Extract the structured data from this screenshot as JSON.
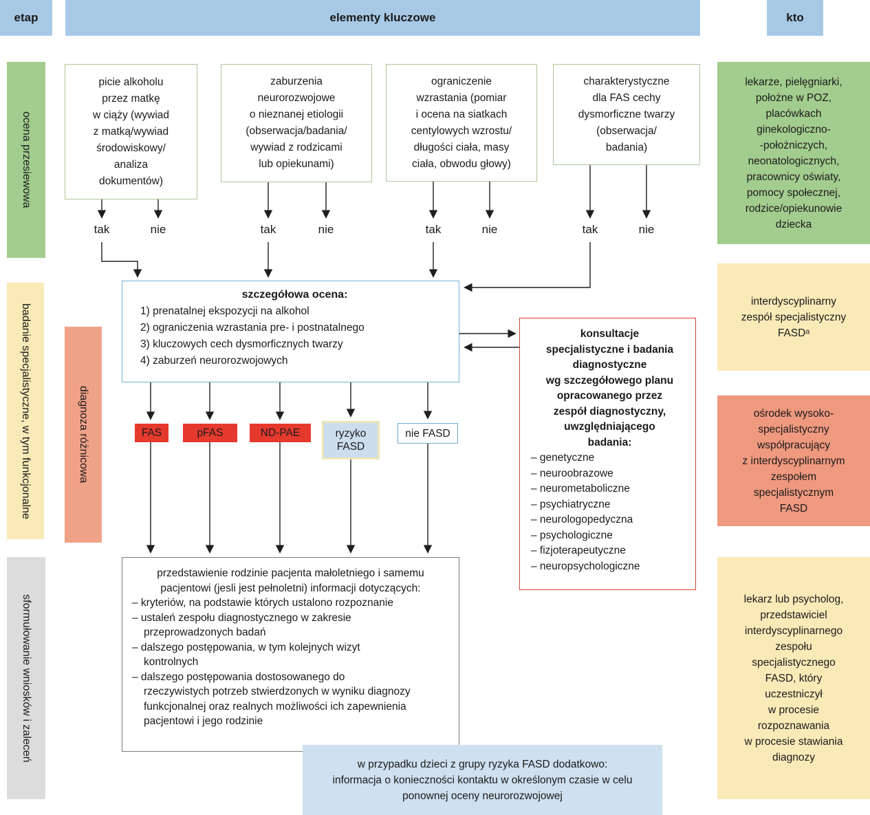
{
  "header": {
    "etap": "etap",
    "elements": "elementy kluczowe",
    "who": "kto"
  },
  "stages": {
    "screening": "ocena przesiewowa",
    "specialist": "badanie specjalistyczne, w tym funkcjonalne",
    "differential": "diagnoza różnicowa",
    "conclusions": "sformułowanie wniosków i zaleceń"
  },
  "decisions": {
    "yes": "tak",
    "no": "nie"
  },
  "screening_boxes": {
    "alcohol": "picie alkoholu\nprzez matkę\nw ciąży (wywiad\nz matką/wywiad\nśrodowiskowy/\nanaliza\ndokumentów)",
    "neuro": "zaburzenia\nneurorozwojowe\no nieznanej etiologii\n(obserwacja/badania/\nwywiad z rodzicami\nlub opiekunami)",
    "growth": "ograniczenie\nwzrastania (pomiar\ni ocena na siatkach\ncentylowych wzrostu/\ndługości ciała, masy\nciała, obwodu głowy)",
    "dysmorphic": "charakterystyczne\ndla FAS cechy\ndysmorficzne twarzy\n(obserwacja/\nbadania)"
  },
  "assessment_box": {
    "title": "szczegółowa ocena:",
    "items": [
      "1) prenatalnej ekspozycji na alkohol",
      "2) ograniczenia wzrastania pre- i postnatalnego",
      "3) kluczowych cech dysmorficznych twarzy",
      "4) zaburzeń neurorozwojowych"
    ]
  },
  "outcomes": {
    "fas": "FAS",
    "pfas": "pFAS",
    "ndpae": "ND-PAE",
    "risk": "ryzyko\nFASD",
    "none": "nie FASD"
  },
  "consult_box": {
    "title": "konsultacje\nspecjalistyczne i badania\ndiagnostyczne\nwg szczegółowego planu\nopracowanego przez\nzespół diagnostyczny,\nuwzględniającego\nbadania:",
    "items": [
      "– genetyczne",
      "– neuroobrazowe",
      "– neurometaboliczne",
      "– psychiatryczne",
      "– neurologopedyczna",
      "– psychologiczne",
      "– fizjoterapeutyczne",
      "– neuropsychologiczne"
    ]
  },
  "who_boxes": {
    "primary_care": "lekarze, pielęgniarki,\npołożne w POZ,\nplacówkach\nginekologiczno-\n-położniczych,\nneonatologicznych,\npracownicy oświaty,\npomocy społecznej,\nrodzice/opiekunowie\ndziecka",
    "team": "interdyscyplinarny\nzespół specjalistyczny\nFASDᵃ",
    "center": "ośrodek wysoko-\nspecjalistyczny\nwspółpracujący\nz interdyscyplinarnym\nzespołem\nspecjalistycznym\nFASD",
    "doctor": "lekarz lub psycholog,\nprzedstawiciel\ninterdyscyplinarnego\nzespołu\nspecjalistycznego\nFASD, który\nuczestniczył\nw procesie\nrozpoznawania\nw procesie stawiania\ndiagnozy"
  },
  "final_box": {
    "intro": "przedstawienie rodzinie pacjenta małoletniego i samemu\npacjentowi (jesli jest pełnoletni) informacji dotyczących:",
    "items": [
      "– kryteriów, na podstawie których ustalono rozpoznanie",
      "– ustaleń zespołu diagnostycznego w zakresie\nprzeprowadzonych badań",
      "– dalszego postępowania, w tym kolejnych wizyt\nkontrolnych",
      "– dalszego postępowania dostosowanego do\nrzeczywistych potrzeb stwierdzonych w wyniku diagnozy\nfunkcjonalnej oraz realnych możliwości ich zapewnienia\npacjentowi i jego rodzinie"
    ]
  },
  "risk_note": "w przypadku dzieci z grupy ryzyka FASD dodatkowo:\ninformacja o konieczności kontaktu w określonym czasie w celu\nponownej oceny neurorozwojowej",
  "colors": {
    "header_blue": "#a7c9e6",
    "stage_green": "#a3cd8e",
    "stage_yellow": "#faeab8",
    "stage_salmon": "#f0a288",
    "stage_gray": "#dcdcdc",
    "outcome_red": "#e6392e",
    "risk_fill": "#ccddee",
    "risk_border": "#ece5b8",
    "note_blue": "#cfe0f0",
    "assess_border": "#74aed2",
    "consult_border": "#cf4434"
  }
}
